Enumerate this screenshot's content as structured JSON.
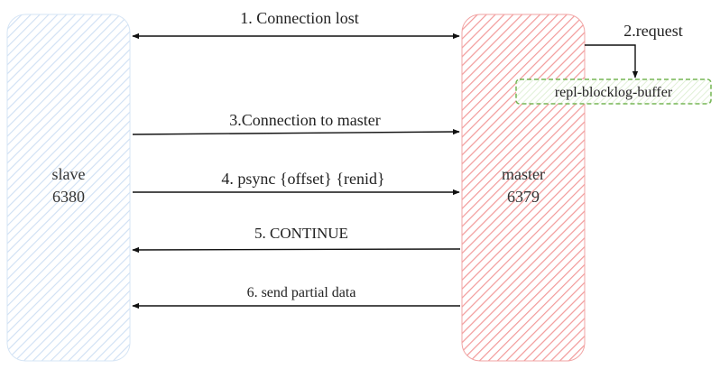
{
  "slave": {
    "name": "slave",
    "port": "6380",
    "fill": "#dbe8f7",
    "stroke": "#b9d2ee"
  },
  "master": {
    "name": "master",
    "port": "6379",
    "fill": "#f5a3a3",
    "stroke": "#ee8b8b"
  },
  "buffer": {
    "label": "repl-blocklog-buffer",
    "fill": "#e8f4e0",
    "stroke": "#7ab85a"
  },
  "steps": {
    "s1": "1. Connection lost",
    "s2": "2.request",
    "s3": "3.Connection to master",
    "s4": "4. psync {offset} {renid}",
    "s5": "5. CONTINUE",
    "s6": "6. send partial data"
  },
  "arrow_color": "#111111"
}
